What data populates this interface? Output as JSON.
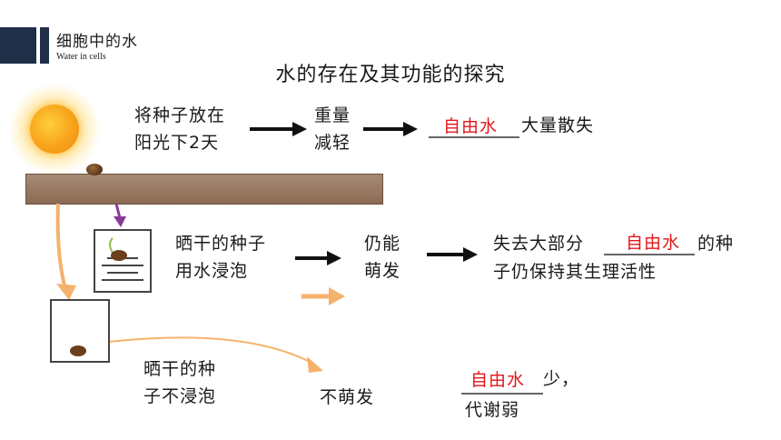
{
  "header": {
    "title": "细胞中的水",
    "subtitle": "Water in cells"
  },
  "page_title": "水的存在及其功能的探究",
  "row1": {
    "step1_line1": "将种子放在",
    "step1_line2": "阳光下2天",
    "step2_line1": "重量",
    "step2_line2": "减轻",
    "answer": "自由水",
    "suffix": "大量散失"
  },
  "row2": {
    "step1_line1": "晒干的种子",
    "step1_line2": "用水浸泡",
    "step2_line1": "仍能",
    "step2_line2": "萌发",
    "result_prefix": "失去大部分",
    "answer": "自由水",
    "result_suffix": "的种",
    "result_line2": "子仍保持其生理活性"
  },
  "row3": {
    "step1_line1": "晒干的种",
    "step1_line2": "子不浸泡",
    "step2": "不萌发",
    "answer": "自由水",
    "suffix": "少，",
    "line2": "代谢弱"
  },
  "colors": {
    "accent": "#1f2f48",
    "answer": "#e3161b",
    "arrow_orange": "#f5b26a",
    "arrow_purple": "#8b3a9a"
  }
}
